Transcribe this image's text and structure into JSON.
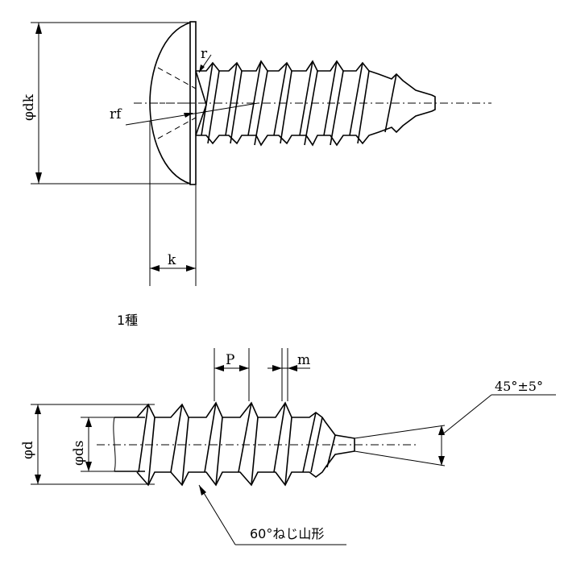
{
  "labels": {
    "dk": "φdk",
    "r": "r",
    "rf": "rf",
    "k": "k",
    "type_caption": "1種",
    "P": "P",
    "m": "m",
    "angle": "45°±5°",
    "d": "φd",
    "ds": "φds",
    "thread_form": "60°ねじ山形"
  }
}
